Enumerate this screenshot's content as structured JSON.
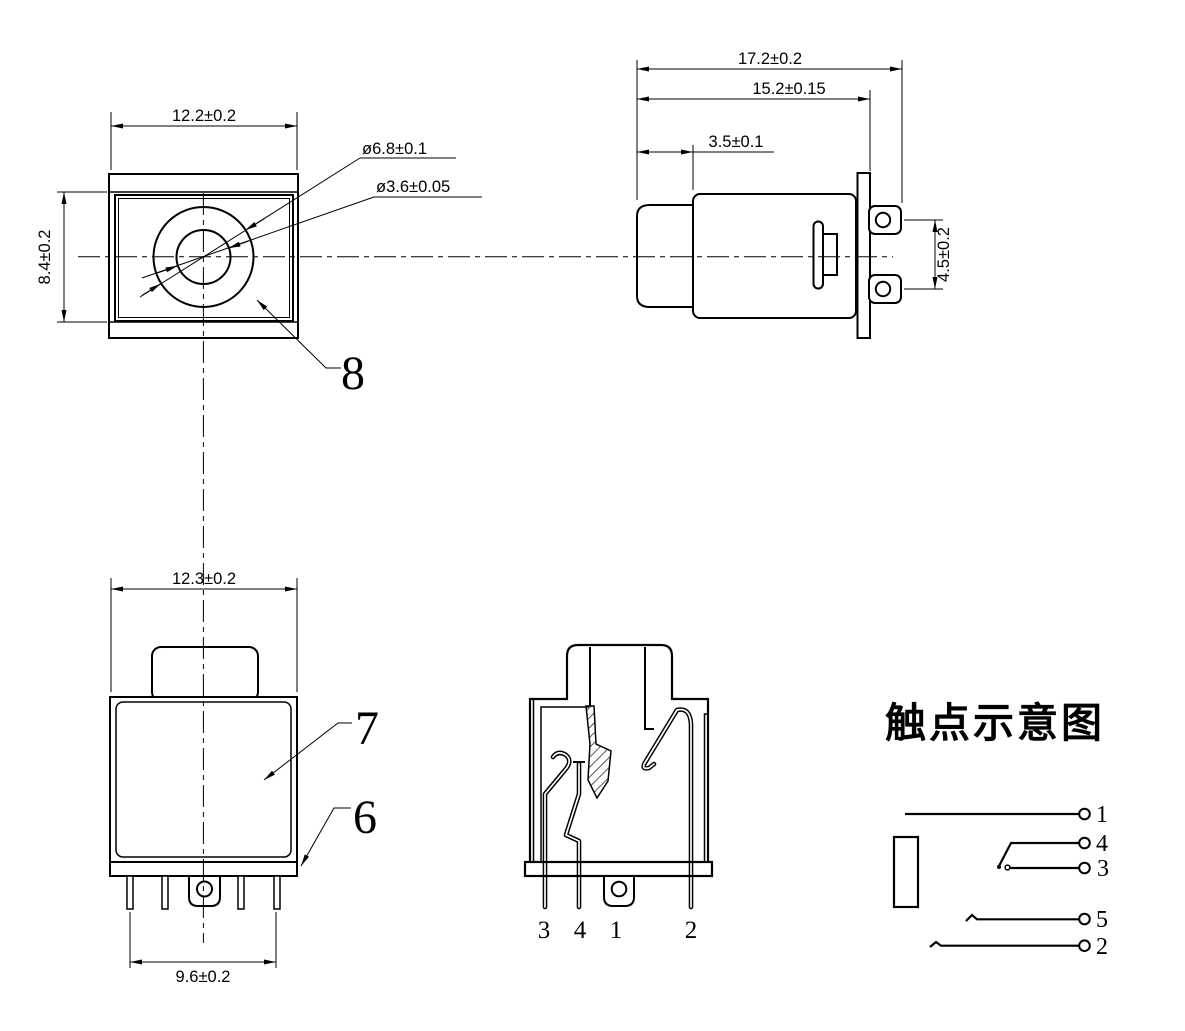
{
  "front_view": {
    "dim_width": "12.2±0.2",
    "dim_height": "8.4±0.2",
    "dia_outer": "ø6.8±0.1",
    "dia_inner": "ø3.6±0.05",
    "balloon": "8"
  },
  "side_view": {
    "dim_overall": "17.2±0.2",
    "dim_body": "15.2±0.15",
    "dim_bushing": "3.5±0.1",
    "dim_terminal_pitch": "4.5±0.2"
  },
  "bottom_view": {
    "dim_width": "12.3±0.2",
    "dim_pin_span": "9.6±0.2",
    "balloon_housing": "7",
    "balloon_base": "6"
  },
  "section_view": {
    "pin_labels": [
      "3",
      "4",
      "1",
      "2"
    ]
  },
  "schematic": {
    "title": "触点示意图",
    "terminal_labels": [
      "1",
      "4",
      "3",
      "5",
      "2"
    ]
  }
}
